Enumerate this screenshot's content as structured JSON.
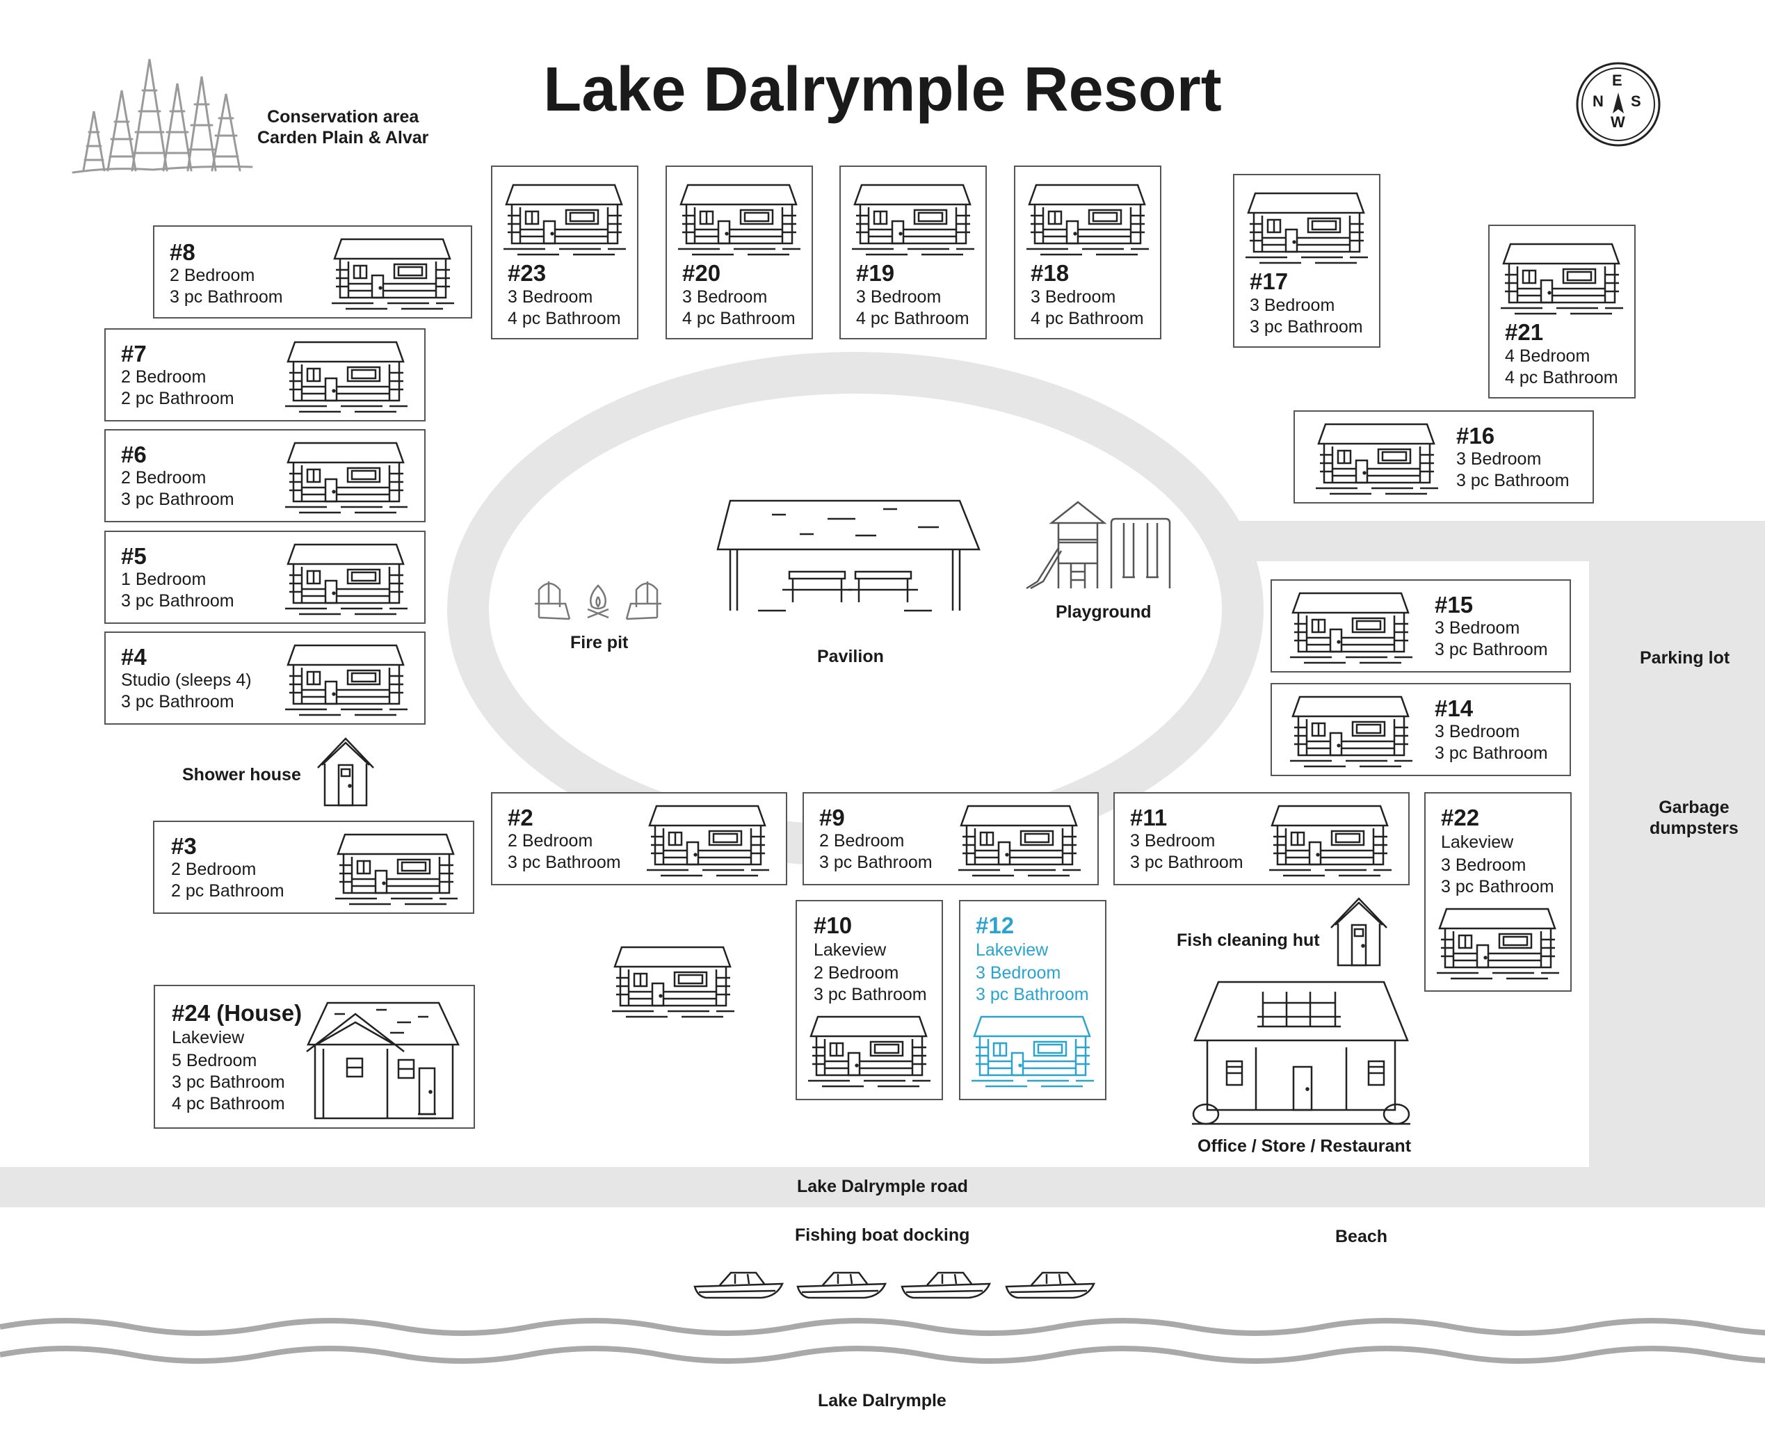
{
  "title": "Lake Dalrymple Resort",
  "compass": {
    "n": "N",
    "s": "S",
    "e": "E",
    "w": "W"
  },
  "labels": {
    "conservation": [
      "Conservation area",
      "Carden Plain & Alvar"
    ],
    "fire_pit": "Fire pit",
    "pavilion": "Pavilion",
    "playground": "Playground",
    "parking": "Parking lot",
    "garbage": [
      "Garbage",
      "dumpsters"
    ],
    "shower": "Shower house",
    "fish_hut": "Fish cleaning hut",
    "office": "Office / Store / Restaurant",
    "road": "Lake Dalrymple road",
    "docking": "Fishing boat docking",
    "beach": "Beach",
    "lake": "Lake Dalrymple"
  },
  "cabins": {
    "c8": {
      "num": "#8",
      "lines": [
        "2 Bedroom",
        "3 pc Bathroom"
      ]
    },
    "c7": {
      "num": "#7",
      "lines": [
        "2 Bedroom",
        "2 pc Bathroom"
      ]
    },
    "c6": {
      "num": "#6",
      "lines": [
        "2 Bedroom",
        "3 pc Bathroom"
      ]
    },
    "c5": {
      "num": "#5",
      "lines": [
        "1 Bedroom",
        "3 pc Bathroom"
      ]
    },
    "c4": {
      "num": "#4",
      "lines": [
        "Studio (sleeps 4)",
        "3 pc Bathroom"
      ]
    },
    "c3": {
      "num": "#3",
      "lines": [
        "2 Bedroom",
        "2 pc Bathroom"
      ]
    },
    "c24": {
      "num": "#24 (House)",
      "lines": [
        "Lakeview",
        "5 Bedroom",
        "3 pc Bathroom",
        "4 pc Bathroom"
      ]
    },
    "c23": {
      "num": "#23",
      "lines": [
        "3 Bedroom",
        "4 pc Bathroom"
      ]
    },
    "c20": {
      "num": "#20",
      "lines": [
        "3 Bedroom",
        "4 pc Bathroom"
      ]
    },
    "c19": {
      "num": "#19",
      "lines": [
        "3 Bedroom",
        "4 pc Bathroom"
      ]
    },
    "c18": {
      "num": "#18",
      "lines": [
        "3 Bedroom",
        "4 pc Bathroom"
      ]
    },
    "c17": {
      "num": "#17",
      "lines": [
        "3 Bedroom",
        "3 pc Bathroom"
      ]
    },
    "c21": {
      "num": "#21",
      "lines": [
        "4 Bedroom",
        "4 pc Bathroom"
      ]
    },
    "c16": {
      "num": "#16",
      "lines": [
        "3 Bedroom",
        "3 pc Bathroom"
      ]
    },
    "c15": {
      "num": "#15",
      "lines": [
        "3 Bedroom",
        "3 pc Bathroom"
      ]
    },
    "c14": {
      "num": "#14",
      "lines": [
        "3 Bedroom",
        "3 pc Bathroom"
      ]
    },
    "c2": {
      "num": "#2",
      "lines": [
        "2 Bedroom",
        "3 pc Bathroom"
      ]
    },
    "c9": {
      "num": "#9",
      "lines": [
        "2 Bedroom",
        "3 pc Bathroom"
      ]
    },
    "c11": {
      "num": "#11",
      "lines": [
        "3 Bedroom",
        "3 pc Bathroom"
      ]
    },
    "c22": {
      "num": "#22",
      "lines": [
        "Lakeview",
        "3 Bedroom",
        "3 pc Bathroom"
      ]
    },
    "c10": {
      "num": "#10",
      "lines": [
        "Lakeview",
        "2 Bedroom",
        "3 pc Bathroom"
      ]
    },
    "c12": {
      "num": "#12",
      "lines": [
        "Lakeview",
        "3 Bedroom",
        "3 pc Bathroom"
      ]
    }
  },
  "colors": {
    "highlight": "#2aa3cf",
    "road": "#e6e6e6",
    "water": "#a9a9a9",
    "trees": "#9a9a9a"
  }
}
